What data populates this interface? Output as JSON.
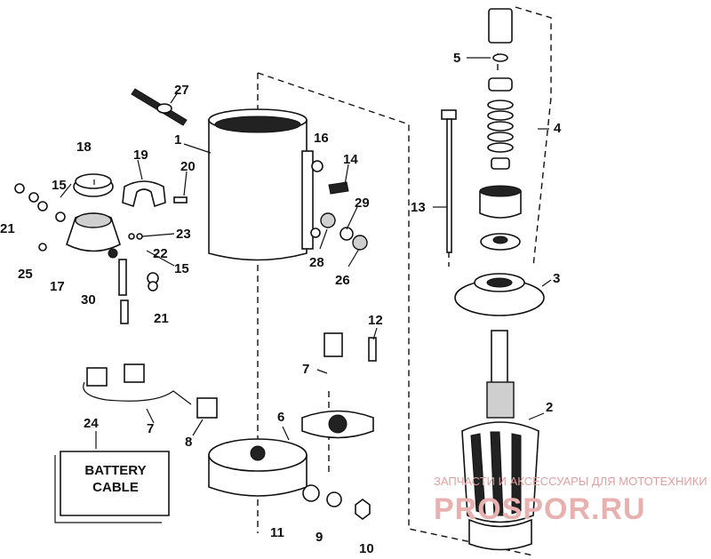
{
  "callouts": [
    {
      "id": "c1",
      "text": "1"
    },
    {
      "id": "c2",
      "text": "2"
    },
    {
      "id": "c3",
      "text": "3"
    },
    {
      "id": "c4",
      "text": "4"
    },
    {
      "id": "c5",
      "text": "5"
    },
    {
      "id": "c6",
      "text": "6"
    },
    {
      "id": "c7a",
      "text": "7"
    },
    {
      "id": "c7b",
      "text": "7"
    },
    {
      "id": "c8",
      "text": "8"
    },
    {
      "id": "c9",
      "text": "9"
    },
    {
      "id": "c10",
      "text": "10"
    },
    {
      "id": "c11",
      "text": "11"
    },
    {
      "id": "c12",
      "text": "12"
    },
    {
      "id": "c13",
      "text": "13"
    },
    {
      "id": "c14",
      "text": "14"
    },
    {
      "id": "c15a",
      "text": "15"
    },
    {
      "id": "c15b",
      "text": "15"
    },
    {
      "id": "c16",
      "text": "16"
    },
    {
      "id": "c17",
      "text": "17"
    },
    {
      "id": "c18",
      "text": "18"
    },
    {
      "id": "c19",
      "text": "19"
    },
    {
      "id": "c20",
      "text": "20"
    },
    {
      "id": "c21a",
      "text": "21"
    },
    {
      "id": "c21b",
      "text": "21"
    },
    {
      "id": "c22",
      "text": "22"
    },
    {
      "id": "c23",
      "text": "23"
    },
    {
      "id": "c24",
      "text": "24"
    },
    {
      "id": "c25",
      "text": "25"
    },
    {
      "id": "c26",
      "text": "26"
    },
    {
      "id": "c27",
      "text": "27"
    },
    {
      "id": "c28",
      "text": "28"
    },
    {
      "id": "c29",
      "text": "29"
    },
    {
      "id": "c30",
      "text": "30"
    }
  ],
  "battery_tag": {
    "line1": "BATTERY",
    "line2": "CABLE"
  },
  "watermark": {
    "top": "ЗАПЧАСТИ И АКСЕССУАРЫ ДЛЯ МОТОТЕХНИКИ",
    "main": "PROSPOR.RU",
    "color": "#e9b0b0"
  }
}
